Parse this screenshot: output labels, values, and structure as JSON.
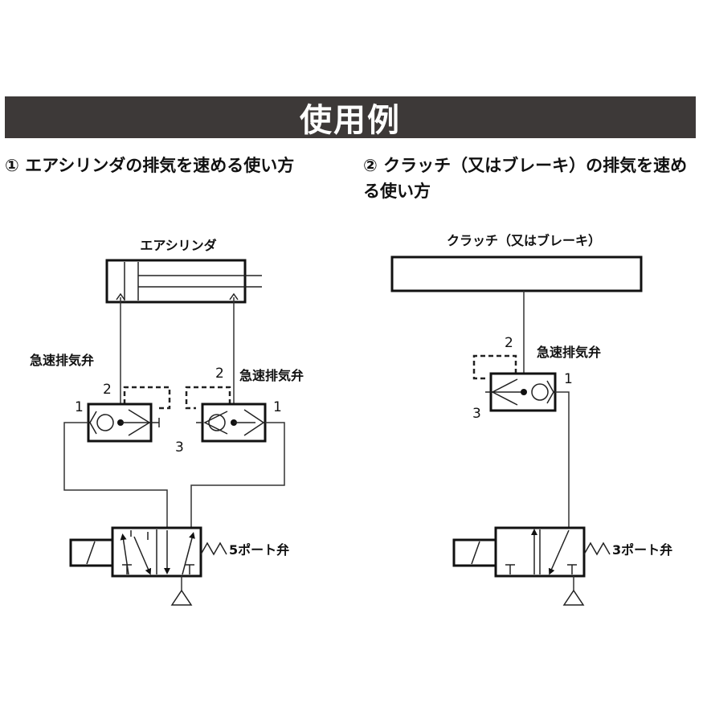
{
  "banner": {
    "title": "使用例"
  },
  "section1": {
    "heading": "① エアシリンダの排気を速める使い方",
    "cylinder_label": "エアシリンダ",
    "valve_label_left": "急速排気弁",
    "valve_label_right": "急速排気弁",
    "port_2_left": "2",
    "port_1_left": "1",
    "port_2_right": "2",
    "port_1_right": "1",
    "port_3": "3",
    "solenoid_label": "5ポート弁"
  },
  "section2": {
    "heading": "② クラッチ（又はブレーキ）の排気を速める使い方",
    "device_label": "クラッチ（又はブレーキ）",
    "valve_label": "急速排気弁",
    "port_2": "2",
    "port_1": "1",
    "port_3": "3",
    "solenoid_label": "3ポート弁"
  }
}
